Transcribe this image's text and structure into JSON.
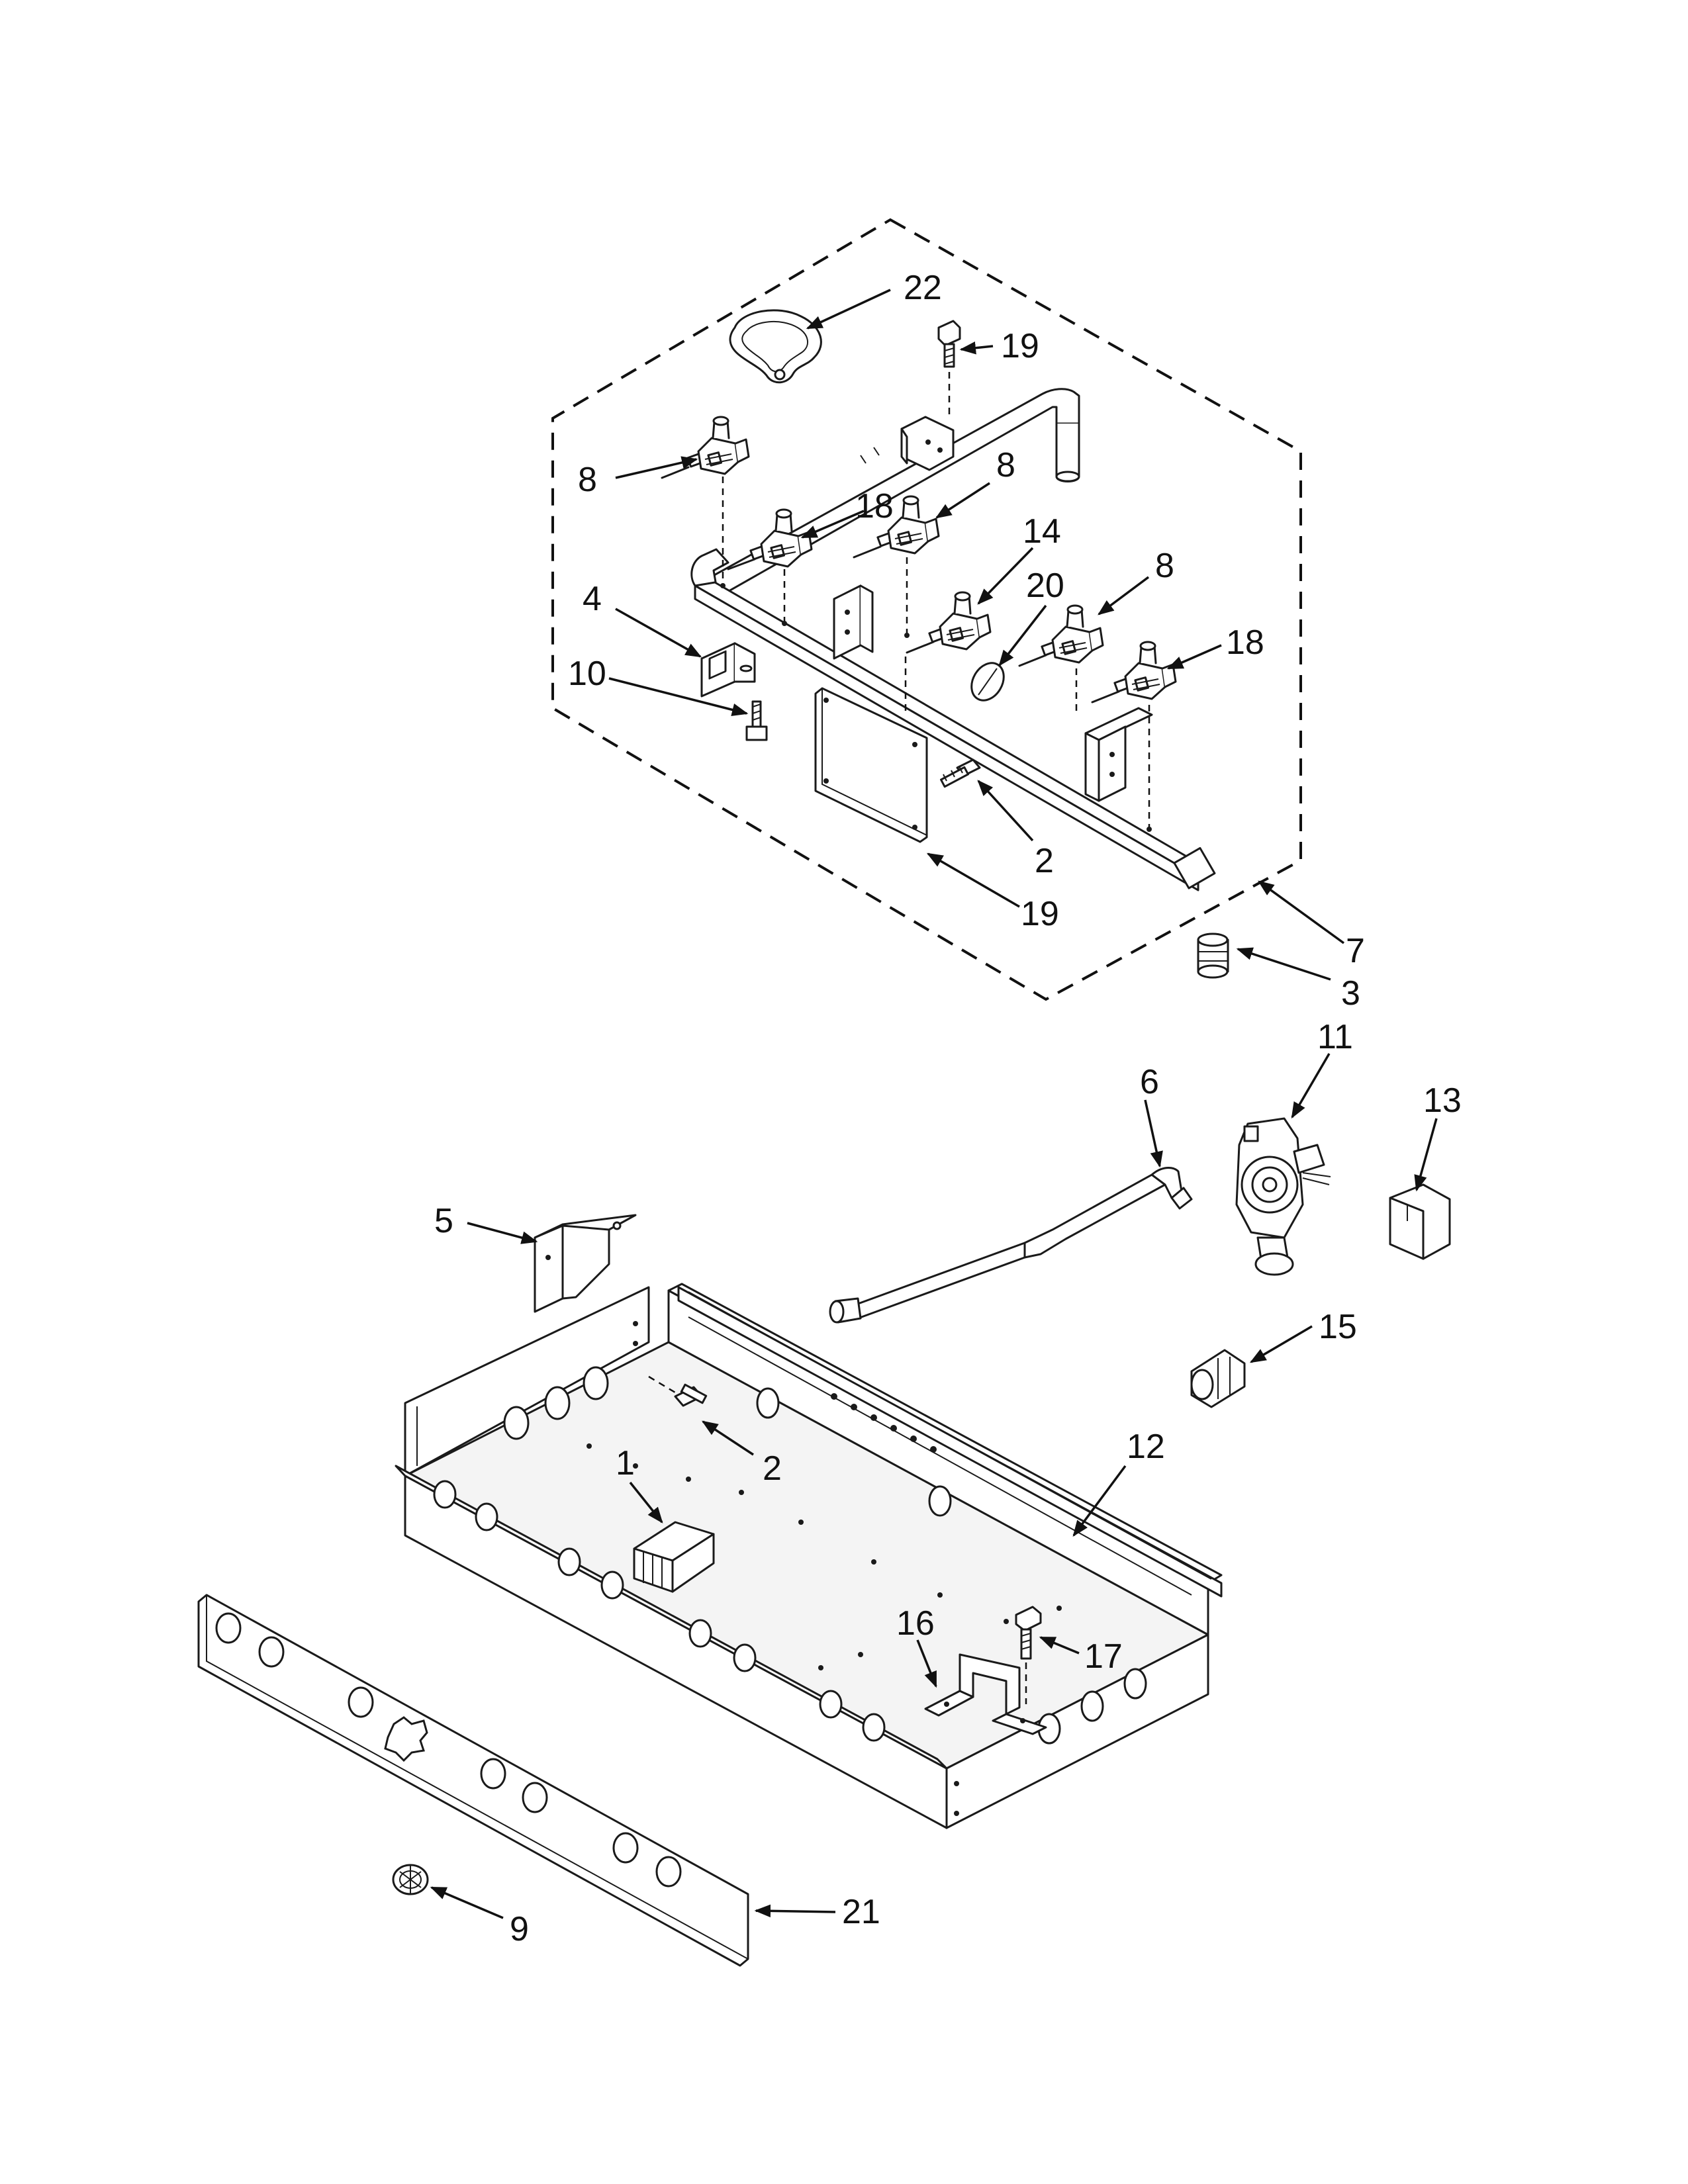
{
  "callouts": [
    {
      "id": "c22",
      "label": "22"
    },
    {
      "id": "c19a",
      "label": "19"
    },
    {
      "id": "c8a",
      "label": "8"
    },
    {
      "id": "c8b",
      "label": "8"
    },
    {
      "id": "c18a",
      "label": "18"
    },
    {
      "id": "c14",
      "label": "14"
    },
    {
      "id": "c20",
      "label": "20"
    },
    {
      "id": "c8c",
      "label": "8"
    },
    {
      "id": "c18b",
      "label": "18"
    },
    {
      "id": "c4",
      "label": "4"
    },
    {
      "id": "c10",
      "label": "10"
    },
    {
      "id": "c2a",
      "label": "2"
    },
    {
      "id": "c19b",
      "label": "19"
    },
    {
      "id": "c7",
      "label": "7"
    },
    {
      "id": "c3",
      "label": "3"
    },
    {
      "id": "c11",
      "label": "11"
    },
    {
      "id": "c6",
      "label": "6"
    },
    {
      "id": "c13",
      "label": "13"
    },
    {
      "id": "c5",
      "label": "5"
    },
    {
      "id": "c15",
      "label": "15"
    },
    {
      "id": "c1",
      "label": "1"
    },
    {
      "id": "c2b",
      "label": "2"
    },
    {
      "id": "c12",
      "label": "12"
    },
    {
      "id": "c16",
      "label": "16"
    },
    {
      "id": "c17",
      "label": "17"
    },
    {
      "id": "c9",
      "label": "9"
    },
    {
      "id": "c21",
      "label": "21"
    }
  ]
}
